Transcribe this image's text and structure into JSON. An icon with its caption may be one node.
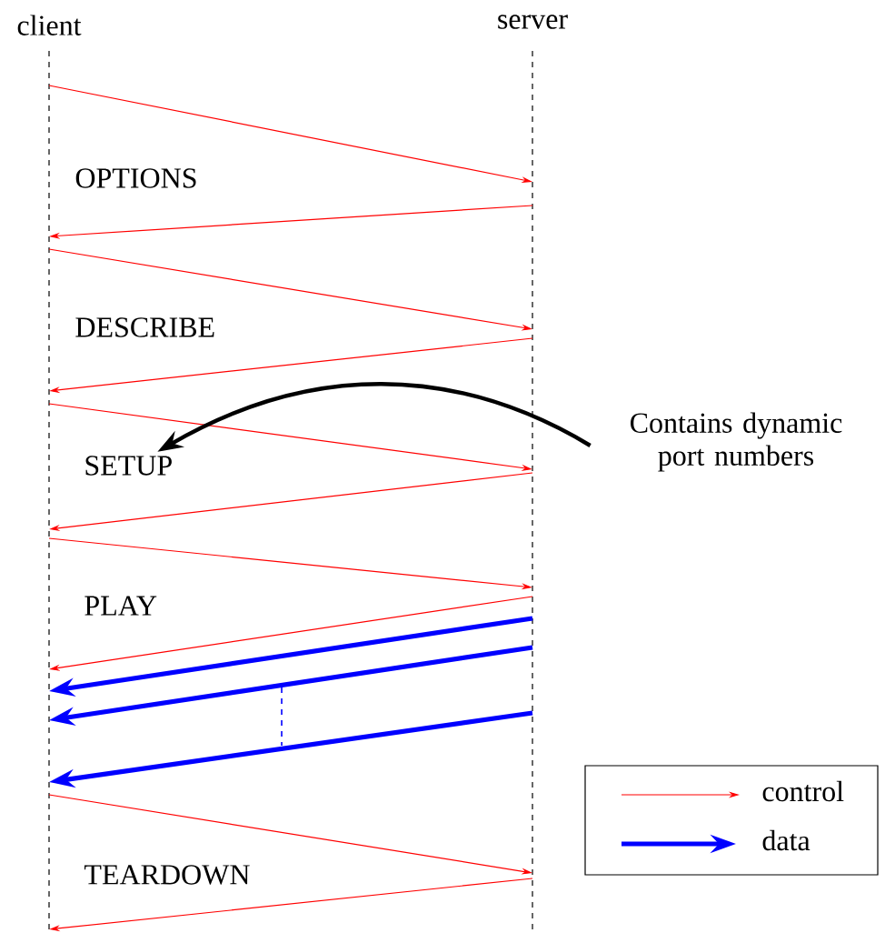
{
  "diagram": {
    "nodes": [
      {
        "text": [
          "client"
        ]
      },
      {
        "text": [
          "server"
        ]
      },
      {
        "text": [
          "Contains dynamic port numbers"
        ]
      },
      {
        "text": [
          "SETUP"
        ]
      }
    ],
    "edges": [
      {
        "from": 0,
        "to": 1,
        "arrow": "to"
      },
      {
        "from": 1,
        "to": 0,
        "arrow": "to"
      },
      {
        "from": 0,
        "to": 1,
        "arrow": "to"
      },
      {
        "from": 1,
        "to": 0,
        "arrow": "to"
      },
      {
        "from": 0,
        "to": 1,
        "arrow": "to"
      },
      {
        "from": 1,
        "to": 0,
        "arrow": "to"
      },
      {
        "from": 0,
        "to": 1,
        "arrow": "to"
      },
      {
        "from": 1,
        "to": 0,
        "arrow": "to"
      },
      {
        "from": 1,
        "to": 0,
        "arrow": "to",
        "style": "thick",
        "color": "#0000ff"
      },
      {
        "from": 1,
        "to": 0,
        "arrow": "to",
        "style": "thick",
        "color": "#0000ff"
      },
      {
        "from": 1,
        "to": 0,
        "arrow": "to",
        "style": "thick",
        "color": "#0000ff"
      },
      {
        "from": 0,
        "to": 1,
        "arrow": "to"
      },
      {
        "from": 1,
        "to": 0,
        "arrow": "to"
      },
      {
        "from": 2,
        "to": 3,
        "arrow": "to",
        "style": "thick",
        "color": "#000000"
      }
    ],
    "labels": [
      "OPTIONS",
      "DESCRIBE",
      "PLAY",
      "TEARDOWN"
    ],
    "legend": [
      {
        "text": "control"
      },
      {
        "text": "data"
      }
    ]
  }
}
